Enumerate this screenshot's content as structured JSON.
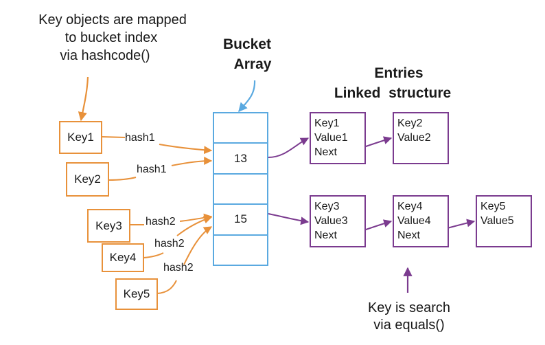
{
  "annotations": {
    "key_mapping_note": [
      "Key objects are mapped",
      "to bucket index",
      "via hashcode()"
    ],
    "bucket_title": [
      "Bucket",
      "Array"
    ],
    "entries_title": [
      "Entries",
      "Linked  structure"
    ],
    "search_note": [
      "Key is search",
      "via equals()"
    ]
  },
  "keys": [
    {
      "label": "Key1",
      "hash": "hash1",
      "bucket": "13"
    },
    {
      "label": "Key2",
      "hash": "hash1",
      "bucket": "13"
    },
    {
      "label": "Key3",
      "hash": "hash2",
      "bucket": "15"
    },
    {
      "label": "Key4",
      "hash": "hash2",
      "bucket": "15"
    },
    {
      "label": "Key5",
      "hash": "hash2",
      "bucket": "15"
    }
  ],
  "bucket_array": [
    "",
    "13",
    "",
    "15",
    ""
  ],
  "chains": [
    {
      "bucket": "13",
      "entries": [
        {
          "lines": [
            "Key1",
            "Value1",
            "Next"
          ]
        },
        {
          "lines": [
            "Key2",
            "Value2"
          ]
        }
      ]
    },
    {
      "bucket": "15",
      "entries": [
        {
          "lines": [
            "Key3",
            "Value3",
            "Next"
          ]
        },
        {
          "lines": [
            "Key4",
            "Value4",
            "Next"
          ]
        },
        {
          "lines": [
            "Key5",
            "Value5"
          ]
        }
      ]
    }
  ],
  "colors": {
    "key": "#e8913a",
    "bucket": "#5aa9e0",
    "entry": "#7b3b8f",
    "text": "#1a1a1a"
  }
}
